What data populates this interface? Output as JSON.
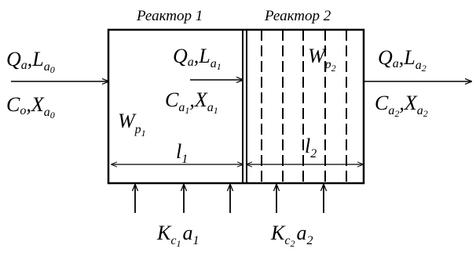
{
  "titles": {
    "reactor1": "Реактор 1",
    "reactor2": "Реактор 2"
  },
  "inlet": {
    "flow_line": {
      "q": "Q",
      "q_sub": "a",
      "sep": ",",
      "l": "L",
      "l_sub": "a",
      "l_subsub": "0"
    },
    "conc_line": {
      "c": "C",
      "c_sub": "o",
      "sep": ",",
      "x": "X",
      "x_sub": "a",
      "x_subsub": "0"
    }
  },
  "reactor1": {
    "flow_line": {
      "q": "Q",
      "q_sub": "a",
      "sep": ",",
      "l": "L",
      "l_sub": "a",
      "l_subsub": "1"
    },
    "conc_line": {
      "c": "C",
      "c_sub": "a",
      "c_subsub": "1",
      "sep": ",",
      "x": "X",
      "x_sub": "a",
      "x_subsub": "1"
    },
    "volume": {
      "w": "W",
      "w_sub": "p",
      "w_subsub": "1"
    },
    "length": {
      "l": "l",
      "l_sub": "1"
    }
  },
  "reactor2": {
    "volume": {
      "w": "W",
      "w_sub": "p",
      "w_subsub": "2"
    },
    "length": {
      "l": "l",
      "l_sub": "2"
    }
  },
  "outlet": {
    "flow_line": {
      "q": "Q",
      "q_sub": "a",
      "sep": ",",
      "l": "L",
      "l_sub": "a",
      "l_subsub": "2"
    },
    "conc_line": {
      "c": "C",
      "c_sub": "a",
      "c_subsub": "2",
      "sep": ",",
      "x": "X",
      "x_sub": "a",
      "x_subsub": "2"
    }
  },
  "aeration": {
    "reactor1": {
      "k": "K",
      "k_sub": "c",
      "k_subsub": "1",
      "a": "a",
      "a_sub": "1"
    },
    "reactor2": {
      "k": "K",
      "k_sub": "c",
      "k_subsub": "2",
      "a": "a",
      "a_sub": "2"
    }
  }
}
